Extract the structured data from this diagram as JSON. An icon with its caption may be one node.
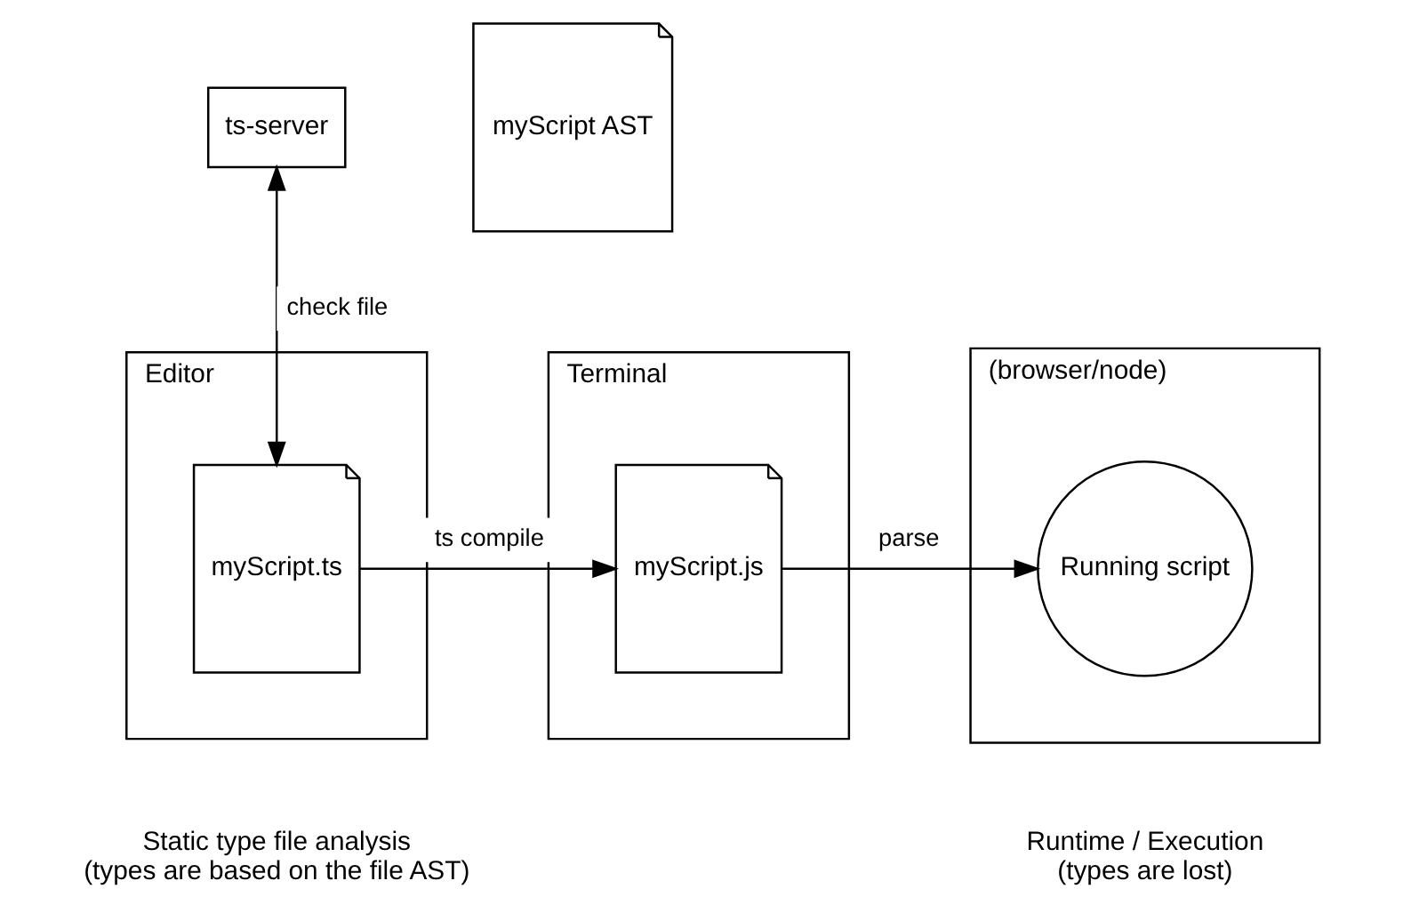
{
  "diagram": {
    "nodes": [
      {
        "text": [
          "ts-server"
        ]
      },
      {
        "text": [
          "myScript AST"
        ]
      },
      {
        "text": [
          "Editor"
        ]
      },
      {
        "text": [
          "myScript.ts"
        ],
        "in": 2
      },
      {
        "text": [
          "Terminal"
        ]
      },
      {
        "text": [
          "myScript.js"
        ],
        "in": 4
      },
      {
        "text": [
          "(browser/node)"
        ]
      },
      {
        "text": [
          "Running script"
        ],
        "in": 6
      }
    ],
    "edges": [
      {
        "from": 0,
        "to": 3,
        "arrow": "both",
        "label": "check file"
      },
      {
        "from": 3,
        "to": 5,
        "arrow": "to",
        "label": "ts compile"
      },
      {
        "from": 5,
        "to": 7,
        "arrow": "to",
        "label": "parse"
      }
    ],
    "labels": [
      "Static type file analysis",
      "(types are based on the file AST)",
      "Runtime / Execution",
      "(types are lost)"
    ]
  }
}
